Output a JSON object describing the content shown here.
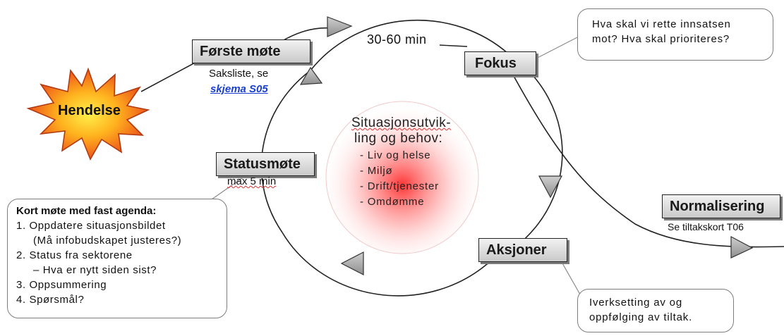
{
  "event": {
    "label": "Hendelse"
  },
  "first_meeting": {
    "label": "Første møte",
    "agenda_text": "Saksliste, se",
    "agenda_link": "skjema S05"
  },
  "cycle_duration": "30-60 min",
  "focus": {
    "label": "Fokus"
  },
  "focus_callout": {
    "line1": "Hva skal vi rette innsatsen",
    "line2": "mot? Hva skal prioriteres?"
  },
  "status_meeting": {
    "label": "Statusmøte",
    "time_note": "max 5 min"
  },
  "center": {
    "title_line1": "Situasjonsutvik-",
    "title_line2": "ling og behov:",
    "items": [
      "- Liv og helse",
      "- Miljø",
      "- Drift/tjenester",
      "- Omdømme"
    ]
  },
  "actions": {
    "label": "Aksjoner"
  },
  "actions_callout": {
    "line1": "Iverksetting av og",
    "line2": "oppfølging av tiltak."
  },
  "normalization": {
    "label": "Normalisering",
    "note": "Se tiltakskort T06"
  },
  "agenda_box": {
    "title": "Kort møte med fast agenda:",
    "lines": [
      "1. Oppdatere situasjonsbildet",
      "(Må infobudskapet justeres?)",
      "2. Status fra sektorene",
      "– Hva er nytt siden sist?",
      "3. Oppsummering",
      "4. Spørsmål?"
    ]
  },
  "colors": {
    "starburst_fill_center": "#ffd21a",
    "starburst_fill_edge": "#e8491d",
    "starburst_stroke": "#b23a10",
    "box_fill": "#d6d6d6",
    "center_glow": "#ff3b3b",
    "link": "#1a3fd0"
  }
}
